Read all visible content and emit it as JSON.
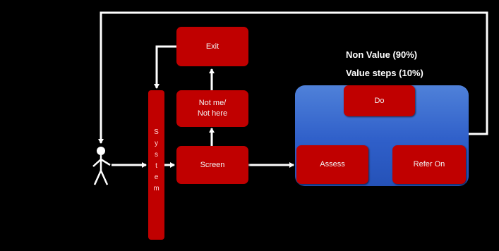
{
  "nodes": {
    "exit": "Exit",
    "not_me_line1": "Not me/",
    "not_me_line2": "Not here",
    "screen": "Screen",
    "assess": "Assess",
    "do": "Do",
    "refer_on": "Refer On"
  },
  "system_letters": [
    "S",
    "y",
    "s",
    "t",
    "e",
    "m"
  ],
  "captions": {
    "non_value": "Non Value (90%)",
    "value_steps": "Value steps (10%)"
  },
  "colors": {
    "box": "#c00000",
    "panel": "#3a6bd0",
    "background": "#000000",
    "line": "#ffffff"
  }
}
